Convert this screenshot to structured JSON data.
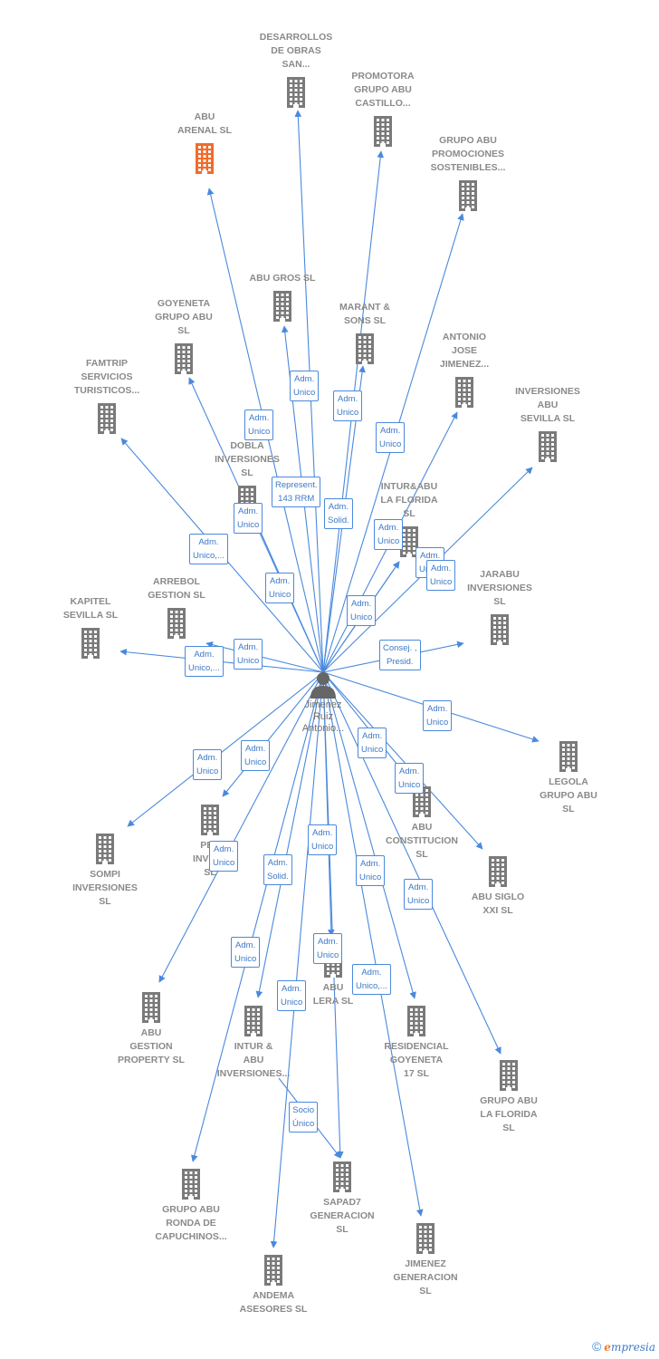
{
  "colors": {
    "edge": "#4a89dc",
    "building": "#7a7a7a",
    "highlight": "#f26b2a",
    "person": "#666666"
  },
  "center": {
    "label": "Jimenez\nRuiz\nAntonio..."
  },
  "nodes": [
    {
      "id": "abu-arenal",
      "label": "ABU\nARENAL SL",
      "highlight": true
    },
    {
      "id": "desarrollos-obras",
      "label": "DESARROLLOS\nDE OBRAS\nSAN..."
    },
    {
      "id": "promotora-grupo-abu",
      "label": "PROMOTORA\nGRUPO ABU\nCASTILLO..."
    },
    {
      "id": "grupo-abu-promociones",
      "label": "GRUPO ABU\nPROMOCIONES\nSOSTENIBLES..."
    },
    {
      "id": "abu-gros",
      "label": "ABU GROS SL"
    },
    {
      "id": "goyeneta-grupo-abu",
      "label": "GOYENETA\nGRUPO ABU\nSL"
    },
    {
      "id": "marant-sons",
      "label": "MARANT &\nSONS SL"
    },
    {
      "id": "antonio-jose",
      "label": "ANTONIO\nJOSE\nJIMENEZ..."
    },
    {
      "id": "famtrip",
      "label": "FAMTRIP\nSERVICIOS\nTURISTICOS..."
    },
    {
      "id": "inversiones-abu-sevilla",
      "label": "INVERSIONES\nABU\nSEVILLA SL"
    },
    {
      "id": "dobla-inversiones",
      "label": "DOBLA\nINVERSIONES\nSL"
    },
    {
      "id": "intur-abu-florida",
      "label": "INTUR&ABU\nLA FLORIDA\nSL"
    },
    {
      "id": "jarabu",
      "label": "JARABU\nINVERSIONES\nSL"
    },
    {
      "id": "arrebol",
      "label": "ARREBOL\nGESTION SL"
    },
    {
      "id": "kapitel",
      "label": "KAPITEL\nSEVILLA SL"
    },
    {
      "id": "legola",
      "label": "LEGOLA\nGRUPO ABU\nSL"
    },
    {
      "id": "abu-constitucion",
      "label": "ABU\nCONSTITUCION\nSL"
    },
    {
      "id": "pen-invest",
      "label": "PEN\nINVEST\nSL"
    },
    {
      "id": "sompi",
      "label": "SOMPI\nINVERSIONES\nSL"
    },
    {
      "id": "abu-siglo-xxi",
      "label": "ABU SIGLO\nXXI SL"
    },
    {
      "id": "abu-gestion-property",
      "label": "ABU\nGESTION\nPROPERTY SL"
    },
    {
      "id": "abu-lera",
      "label": "ABU\nLERA SL"
    },
    {
      "id": "intur-abu-inversiones",
      "label": "INTUR &\nABU\nINVERSIONES..."
    },
    {
      "id": "residencial-goyeneta",
      "label": "RESIDENCIAL\nGOYENETA\n17 SL"
    },
    {
      "id": "grupo-abu-florida",
      "label": "GRUPO ABU\nLA FLORIDA\nSL"
    },
    {
      "id": "grupo-abu-ronda",
      "label": "GRUPO ABU\nRONDA DE\nCAPUCHINOS..."
    },
    {
      "id": "sapad7",
      "label": "SAPAD7\nGENERACION\nSL"
    },
    {
      "id": "jimenez-generacion",
      "label": "JIMENEZ\nGENERACION\nSL"
    },
    {
      "id": "andema",
      "label": "ANDEMA\nASESORES SL"
    }
  ],
  "edges": [
    {
      "id": "e-arenal",
      "target": "abu-arenal",
      "label": "Adm.\nUnico"
    },
    {
      "id": "e-desarrollos",
      "target": "desarrollos-obras",
      "label": "Adm.\nUnico"
    },
    {
      "id": "e-promotora",
      "target": "promotora-grupo-abu",
      "label": "Adm.\nUnico"
    },
    {
      "id": "e-promociones",
      "target": "grupo-abu-promociones",
      "label": "Adm.\nUnico"
    },
    {
      "id": "e-gros",
      "target": "abu-gros",
      "label": "Represent.\n143 RRM"
    },
    {
      "id": "e-goyeneta",
      "target": "goyeneta-grupo-abu",
      "label": "Adm.\nUnico"
    },
    {
      "id": "e-marant",
      "target": "marant-sons",
      "label": "Adm.\nSolid."
    },
    {
      "id": "e-antonio",
      "target": "antonio-jose",
      "label": "Adm.\nUnico"
    },
    {
      "id": "e-famtrip",
      "target": "famtrip",
      "label": "Adm.\nUnico,..."
    },
    {
      "id": "e-inv-sevilla",
      "target": "inversiones-abu-sevilla",
      "label": "Adm.\nUnico"
    },
    {
      "id": "e-dobla",
      "target": "dobla-inversiones",
      "label": "Adm.\nUnico"
    },
    {
      "id": "e-intur-florida",
      "target": "intur-abu-florida",
      "label": "Adm.\nUnico"
    },
    {
      "id": "e-intur-florida-2",
      "target": "intur-abu-florida",
      "label": "Adm.\nUnico"
    },
    {
      "id": "e-jarabu",
      "target": "jarabu",
      "label": "Consej. ,\nPresid."
    },
    {
      "id": "e-arrebol",
      "target": "arrebol",
      "label": "Adm.\nUnico"
    },
    {
      "id": "e-kapitel",
      "target": "kapitel",
      "label": "Adm.\nUnico,..."
    },
    {
      "id": "e-legola",
      "target": "legola",
      "label": "Adm.\nUnico"
    },
    {
      "id": "e-constitucion",
      "target": "abu-constitucion",
      "label": "Adm.\nUnico"
    },
    {
      "id": "e-pen",
      "target": "pen-invest",
      "label": "Adm.\nUnico"
    },
    {
      "id": "e-sompi",
      "target": "sompi",
      "label": "Adm.\nUnico"
    },
    {
      "id": "e-siglo",
      "target": "abu-siglo-xxi",
      "label": "Adm.\nUnico"
    },
    {
      "id": "e-property",
      "target": "abu-gestion-property",
      "label": "Adm.\nUnico"
    },
    {
      "id": "e-lera",
      "target": "abu-lera",
      "label": "Adm.\nUnico"
    },
    {
      "id": "e-intur-inv",
      "target": "intur-abu-inversiones",
      "label": "Adm.\nSolid."
    },
    {
      "id": "e-residencial",
      "target": "residencial-goyeneta",
      "label": "Adm.\nUnico"
    },
    {
      "id": "e-florida",
      "target": "grupo-abu-florida",
      "label": "Adm.\nUnico"
    },
    {
      "id": "e-ronda",
      "target": "grupo-abu-ronda",
      "label": "Adm.\nUnico"
    },
    {
      "id": "e-sapad7",
      "target": "sapad7",
      "label": "Adm.\nUnico"
    },
    {
      "id": "e-jimenez-gen",
      "target": "jimenez-generacion",
      "label": "Adm.\nUnico,..."
    },
    {
      "id": "e-andema",
      "target": "andema",
      "label": "Adm.\nUnico"
    },
    {
      "id": "e-socio",
      "target": "sapad7",
      "label": "Socio\nÚnico",
      "from": "intur-abu-inversiones"
    }
  ],
  "footer": {
    "copyright": "©",
    "brand_initial": "e",
    "brand_rest": "mpresia"
  }
}
